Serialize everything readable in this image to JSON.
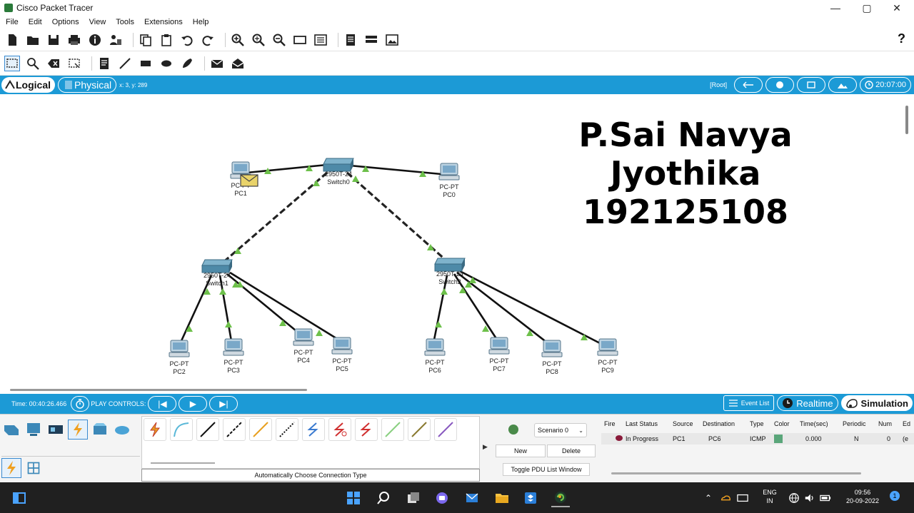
{
  "window": {
    "title": "Cisco Packet Tracer",
    "controls": {
      "minimize": "—",
      "maximize": "▢",
      "close": "✕"
    }
  },
  "menu": [
    "File",
    "Edit",
    "Options",
    "View",
    "Tools",
    "Extensions",
    "Help"
  ],
  "toolbar_main": {
    "icons": [
      "new-file-icon",
      "open-folder-icon",
      "save-icon",
      "print-icon",
      "info-icon",
      "activity-wizard-icon",
      "network-info-icon",
      "copy-icon",
      "paste-icon",
      "undo-icon",
      "redo-icon",
      "zoom-in-icon",
      "zoom-reset-icon",
      "zoom-out-icon",
      "rectangle-icon",
      "palette-icon",
      "custom-device-icon",
      "cluster-icon",
      "screenshot-icon"
    ],
    "help": "?"
  },
  "toolbar_edit": {
    "icons": [
      "select-icon",
      "inspect-icon",
      "delete-icon",
      "resize-icon",
      "note-icon",
      "line-draw-icon",
      "rectangle-draw-icon",
      "ellipse-draw-icon",
      "freeform-draw-icon",
      "add-simple-pdu-icon",
      "add-complex-pdu-icon"
    ]
  },
  "workspace_bar": {
    "logical_tab": "Logical",
    "physical_tab": "Physical",
    "coords": "x: 3, y: 289",
    "root_label": "[Root]",
    "time": "20:07:00"
  },
  "canvas": {
    "overlay_text": [
      "P.Sai Navya",
      "Jyothika",
      "192125108"
    ],
    "nodes": [
      {
        "type": "PC-PT",
        "name": "PC1"
      },
      {
        "type": "PC-PT",
        "name": "PC0"
      },
      {
        "type": "2950T-24",
        "name": "Switch0"
      },
      {
        "type": "2950T-24",
        "name": "Switch1"
      },
      {
        "type": "2950T-24",
        "name": "Switch2"
      },
      {
        "type": "PC-PT",
        "name": "PC2"
      },
      {
        "type": "PC-PT",
        "name": "PC3"
      },
      {
        "type": "PC-PT",
        "name": "PC4"
      },
      {
        "type": "PC-PT",
        "name": "PC5"
      },
      {
        "type": "PC-PT",
        "name": "PC6"
      },
      {
        "type": "PC-PT",
        "name": "PC7"
      },
      {
        "type": "PC-PT",
        "name": "PC8"
      },
      {
        "type": "PC-PT",
        "name": "PC9"
      }
    ]
  },
  "sim_bar": {
    "time": "Time: 00:40:26.466",
    "play_controls": "PLAY CONTROLS:",
    "event_list": "Event List",
    "realtime": "Realtime",
    "simulation": "Simulation"
  },
  "bottom_panel": {
    "connection_status": "Automatically Choose Connection Type",
    "scenario": "Scenario 0",
    "new_btn": "New",
    "delete_btn": "Delete",
    "toggle_btn": "Toggle PDU List Window",
    "pdu_columns": [
      "Fire",
      "Last Status",
      "Source",
      "Destination",
      "Type",
      "Color",
      "Time(sec)",
      "Periodic",
      "Num",
      "Ed"
    ],
    "pdu_row": {
      "last_status": "In Progress",
      "source": "PC1",
      "destination": "PC6",
      "type": "ICMP",
      "color": "#5aa67a",
      "time": "0.000",
      "periodic": "N",
      "num": "0",
      "edit": "(e"
    }
  },
  "taskbar": {
    "lang_top": "ENG",
    "lang_bottom": "IN",
    "clock_time": "09:56",
    "clock_date": "20-09-2022",
    "notifications": "1"
  },
  "colors": {
    "accent_blue": "#1c9ad6",
    "link_green": "#6dc04a",
    "taskbar": "#202020"
  }
}
